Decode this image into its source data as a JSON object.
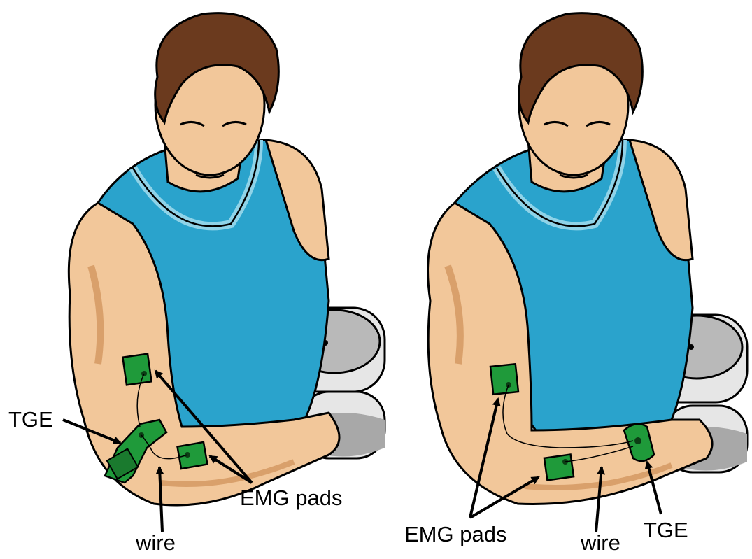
{
  "colors": {
    "background": "#ffffff",
    "skin": "#f2c79a",
    "skin_shadow": "#d9a06b",
    "hair": "#6b3a1e",
    "shirt": "#2aa3cc",
    "shirt_trim": "#8fd3e8",
    "emg_pad": "#1f9a3a",
    "emg_dot": "#0b3d14",
    "weight_light": "#e6e6e6",
    "weight_dark": "#a8a8a8",
    "outline": "#000000"
  },
  "left_figure": {
    "labels": {
      "tge": "TGE",
      "emg_pads": "EMG pads",
      "wire": "wire"
    }
  },
  "right_figure": {
    "labels": {
      "emg_pads": "EMG pads",
      "wire": "wire",
      "tge": "TGE"
    }
  }
}
